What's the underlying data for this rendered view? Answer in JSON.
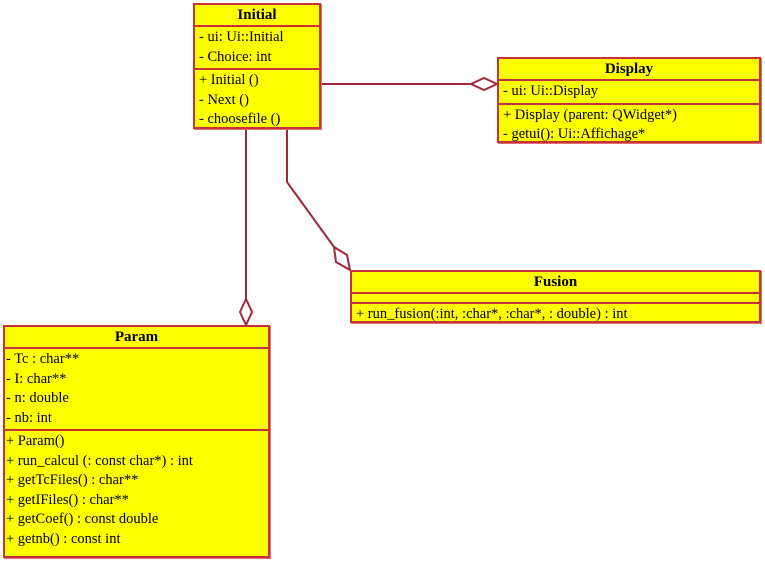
{
  "colors": {
    "class_fill": "#ffff00",
    "border": "#c8303a",
    "link": "#a0283c"
  },
  "classes": {
    "initial": {
      "name": "Initial",
      "attributes": [
        "- ui: Ui::Initial",
        "- Choice: int"
      ],
      "operations": [
        "+ Initial ()",
        "- Next ()",
        "- choosefile ()"
      ]
    },
    "display": {
      "name": "Display",
      "attributes": [
        "- ui: Ui::Display"
      ],
      "operations": [
        "+ Display (parent: QWidget*)",
        "- getui(): Ui::Affichage*"
      ]
    },
    "fusion": {
      "name": "Fusion",
      "attributes": [],
      "operations": [
        "+ run_fusion(:int, :char*, :char*, : double) : int"
      ]
    },
    "param": {
      "name": "Param",
      "attributes": [
        "- Tc : char**",
        "- I: char**",
        "- n: double",
        "- nb: int"
      ],
      "operations": [
        "+ Param()",
        "+ run_calcul (: const char*) : int",
        "+ getTcFiles() : char**",
        "+ getIFiles() : char**",
        "+ getCoef() : const double",
        "+ getnb() : const int"
      ]
    }
  },
  "relations": [
    {
      "type": "aggregation",
      "from": "Initial",
      "to": "Display"
    },
    {
      "type": "aggregation",
      "from": "Initial",
      "to": "Param"
    },
    {
      "type": "aggregation",
      "from": "Initial",
      "to": "Fusion"
    }
  ]
}
